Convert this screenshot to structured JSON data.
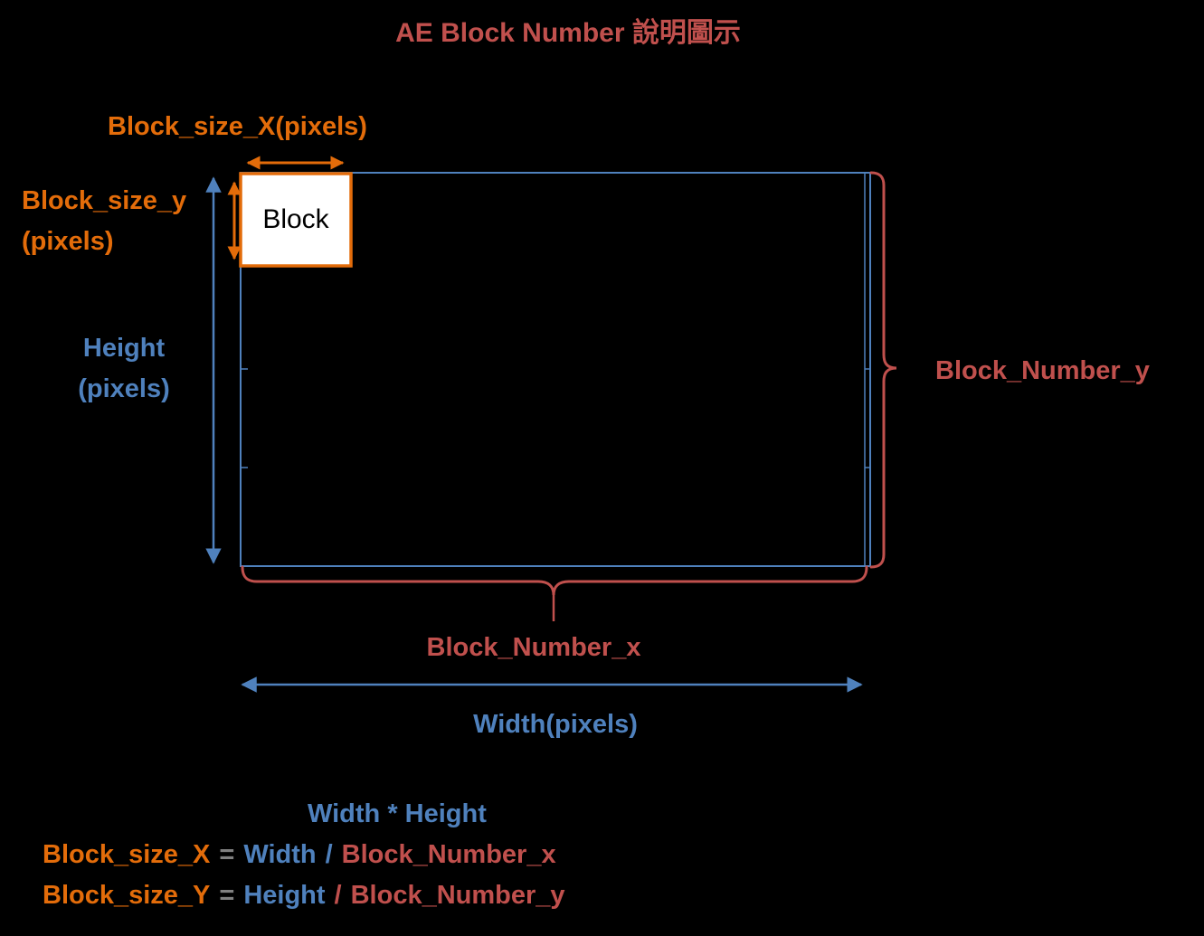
{
  "colors": {
    "background": "#000000",
    "blue": "#4F81BD",
    "orange": "#E36C0A",
    "red": "#C0504D",
    "equals": "#808080",
    "blockFill": "#FFFFFF",
    "blockText": "#000000"
  },
  "title": "AE Block Number 說明圖示",
  "labels": {
    "block_size_x": "Block_size_X(pixels)",
    "block_size_y": {
      "line1": "Block_size_y",
      "line2": "(pixels)"
    },
    "block": "Block",
    "height": {
      "line1": "Height",
      "line2": "(pixels)"
    },
    "block_number_y": "Block_Number_y",
    "block_number_x": "Block_Number_x",
    "width": "Width(pixels)"
  },
  "formulas": {
    "area": "Width * Height",
    "block_size_x": {
      "lhs": "Block_size_X",
      "eq": "=",
      "numerator": "Width",
      "slash": "/",
      "denominator": "Block_Number_x"
    },
    "block_size_y": {
      "lhs": "Block_size_Y",
      "eq": "=",
      "numerator": "Height",
      "slash": "/",
      "denominator": "Block_Number_y"
    }
  }
}
